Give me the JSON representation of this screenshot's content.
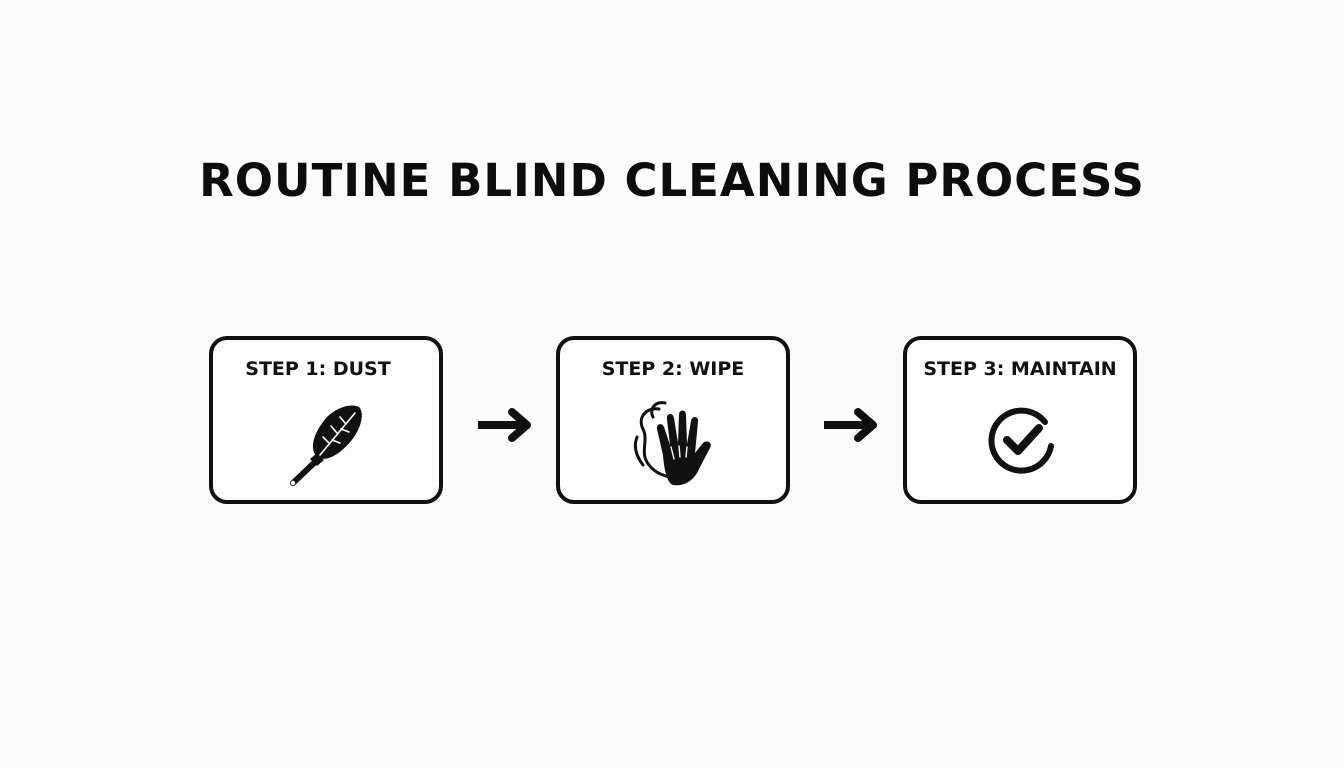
{
  "title": "ROUTINE BLIND CLEANING PROCESS",
  "steps": [
    {
      "label": "STEP 1: DUST",
      "icon": "feather-duster-icon"
    },
    {
      "label": "STEP 2: WIPE",
      "icon": "hand-wipe-icon"
    },
    {
      "label": "STEP 3: MAINTAIN",
      "icon": "check-circle-icon"
    }
  ],
  "connectors": [
    "arrow-right-icon",
    "arrow-right-icon"
  ],
  "colors": {
    "background": "#fcfcfc",
    "ink": "#111111"
  }
}
